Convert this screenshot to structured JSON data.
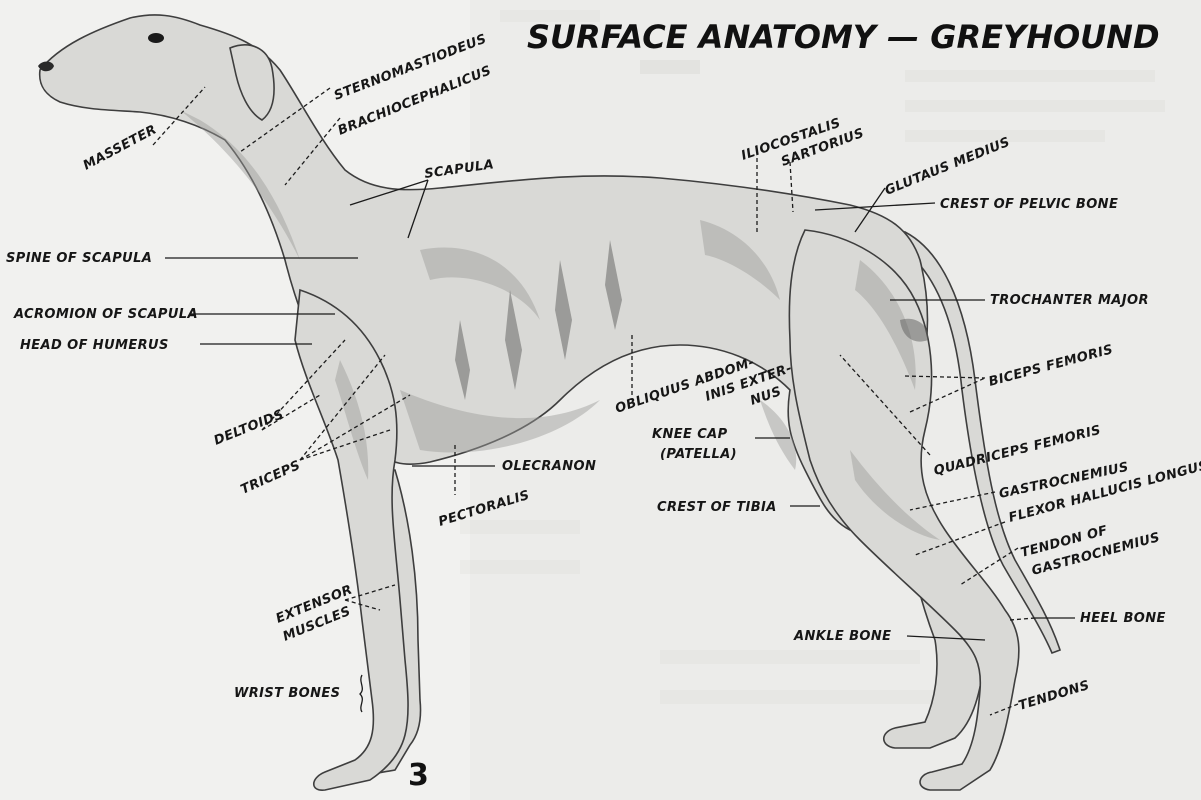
{
  "title": "SURFACE ANATOMY — GREYHOUND",
  "figure_number": "3",
  "labels": {
    "masseter": "MASSETER",
    "sternomastoideus": "STERNOMASTIODEUS",
    "brachiocephalicus": "BRACHIOCEPHALICUS",
    "scapula": "SCAPULA",
    "spine_of_scapula": "SPINE OF SCAPULA",
    "acromion_of_scapula": "ACROMION OF SCAPULA",
    "head_of_humerus": "HEAD OF HUMERUS",
    "deltoids": "DELTOIDS",
    "triceps": "TRICEPS",
    "olecranon": "OLECRANON",
    "pectoralis": "PECTORALIS",
    "extensor": "EXTENSOR",
    "muscles": "MUSCLES",
    "wrist_bones": "WRIST BONES",
    "iliocostalis": "ILIOCOSTALIS",
    "sartorius": "SARTORIUS",
    "glutaus_medius": "GLUTAUS MEDIUS",
    "crest_of_pelvic_bone": "CREST OF PELVIC BONE",
    "trochanter_major": "TROCHANTER MAJOR",
    "biceps_femoris": "BICEPS FEMORIS",
    "obliquus_1": "OBLIQUUS ABDOM-",
    "obliquus_2": "INIS EXTER-",
    "obliquus_3": "NUS",
    "knee_cap": "KNEE CAP",
    "patella": "(PATELLA)",
    "crest_of_tibia": "CREST OF TIBIA",
    "quadriceps_femoris": "QUADRICEPS FEMORIS",
    "gastrocnemius": "GASTROCNEMIUS",
    "flexor_hallucis_longus": "FLEXOR HALLUCIS LONGUS",
    "tendon_of": "TENDON OF",
    "gastrocnemius_2": "GASTROCNEMIUS",
    "heel_bone": "HEEL BONE",
    "ankle_bone": "ANKLE BONE",
    "tendons": "TENDONS"
  }
}
